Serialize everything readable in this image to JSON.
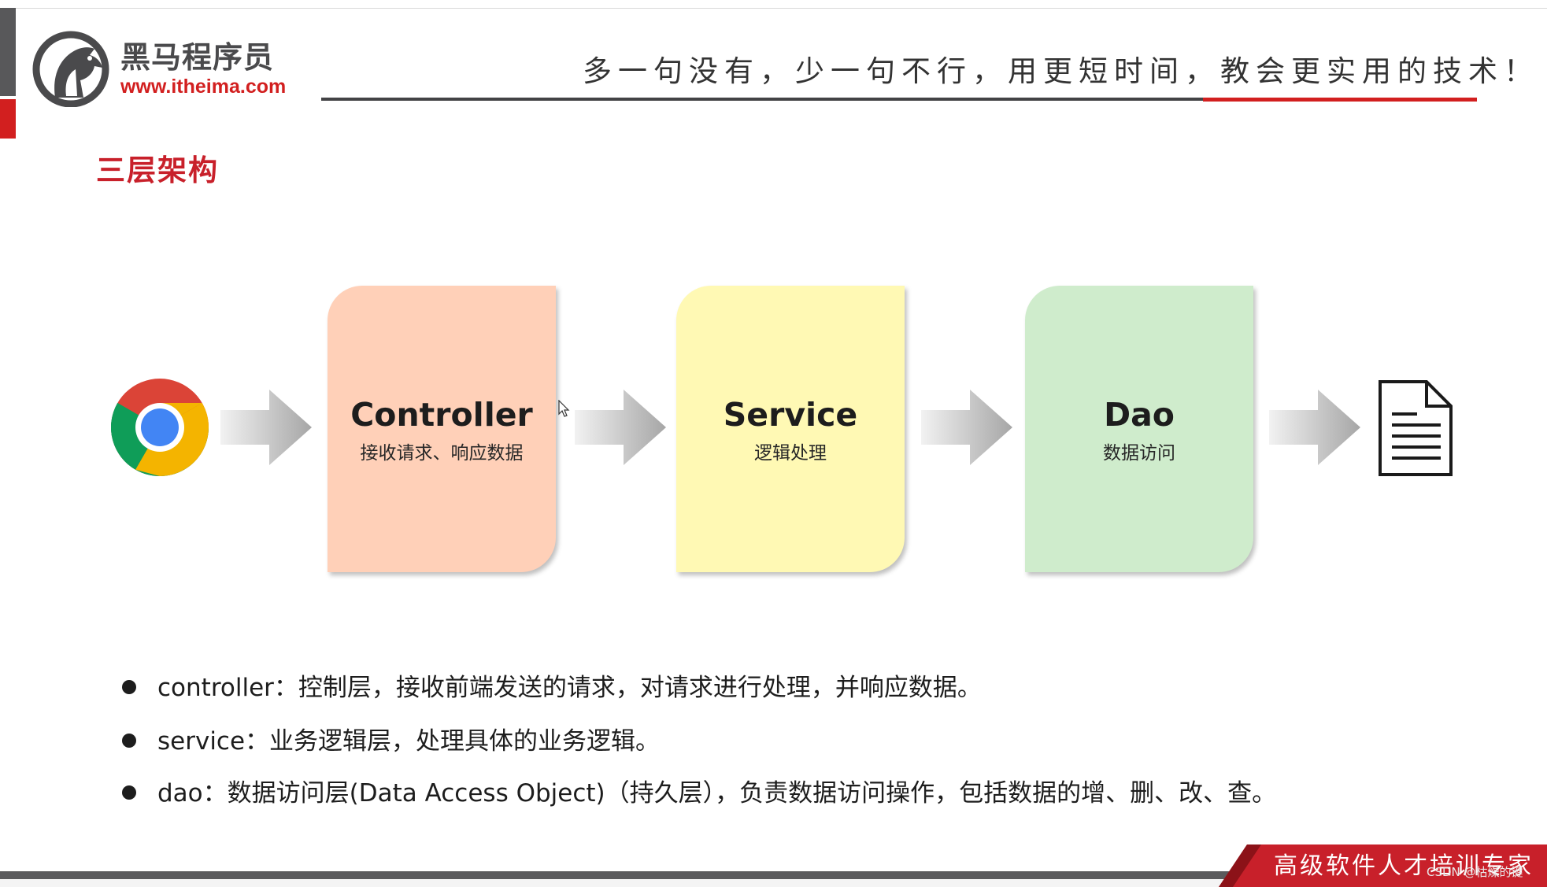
{
  "header": {
    "logo_name": "黑马程序员",
    "logo_url": "www.itheima.com",
    "slogan": "多一句没有，少一句不行，用更短时间，教会更实用的技术！"
  },
  "section_title": "三层架构",
  "diagram": {
    "nodes": [
      {
        "title": "Controller",
        "subtitle": "接收请求、响应数据",
        "color": "#ffd0b8"
      },
      {
        "title": "Service",
        "subtitle": "逻辑处理",
        "color": "#fff9b4"
      },
      {
        "title": "Dao",
        "subtitle": "数据访问",
        "color": "#cfeccc"
      }
    ],
    "start_icon": "browser-icon",
    "end_icon": "document-icon"
  },
  "bullets": [
    "controller：控制层，接收前端发送的请求，对请求进行处理，并响应数据。",
    "service：业务逻辑层，处理具体的业务逻辑。",
    "dao：数据访问层(Data Access Object)（持久层），负责数据访问操作，包括数据的增、删、改、查。"
  ],
  "footer": {
    "banner_text": "高级软件人才培训专家",
    "watermark": "CSDN @枯燥的键"
  },
  "colors": {
    "brand_red": "#d21f1f",
    "title_red": "#c8202a",
    "dark_gray": "#4a4a4c"
  }
}
